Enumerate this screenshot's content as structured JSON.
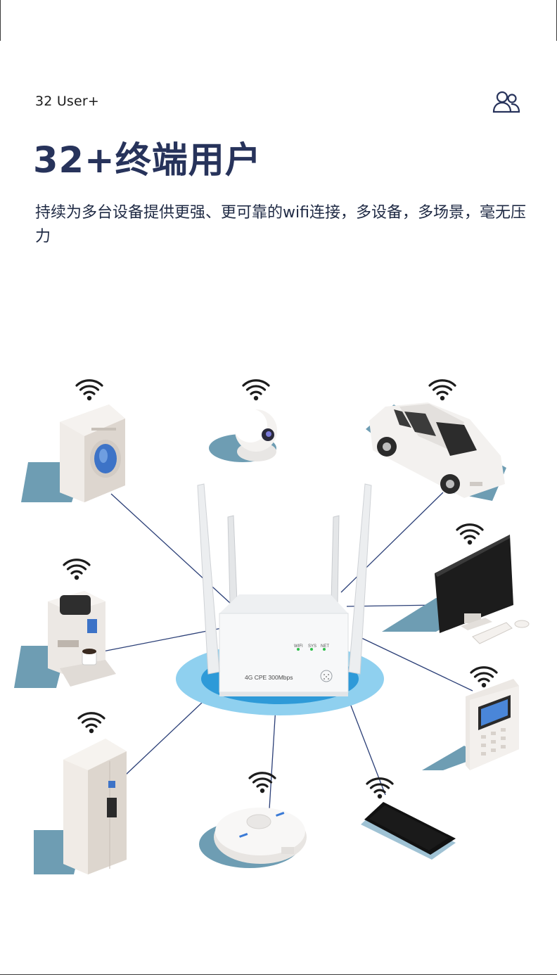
{
  "header": {
    "subtitle": "32 User+",
    "headline": "32+终端用户",
    "description": "持续为多台设备提供更强、更可靠的wifi连接，多设备，多场景，毫无压力",
    "users_icon": "users-icon"
  },
  "router": {
    "model_label": "4G CPE 300Mbps",
    "indicators": [
      "WIFI",
      "SYS",
      "NET"
    ]
  },
  "devices": [
    {
      "name": "washing-machine",
      "icon": "wifi-icon"
    },
    {
      "name": "security-camera",
      "icon": "wifi-icon"
    },
    {
      "name": "car",
      "icon": "wifi-icon"
    },
    {
      "name": "coffee-machine",
      "icon": "wifi-icon"
    },
    {
      "name": "desktop-computer",
      "icon": "wifi-icon"
    },
    {
      "name": "smart-panel",
      "icon": "wifi-icon"
    },
    {
      "name": "refrigerator",
      "icon": "wifi-icon"
    },
    {
      "name": "robot-vacuum",
      "icon": "wifi-icon"
    },
    {
      "name": "smartphone",
      "icon": "wifi-icon"
    }
  ],
  "colors": {
    "headline": "#27335b",
    "connection_line": "#2b3f77",
    "shadow": "#6e9db3",
    "router_base": "#2e9ad8",
    "router_ring": "#8fd0ef"
  }
}
